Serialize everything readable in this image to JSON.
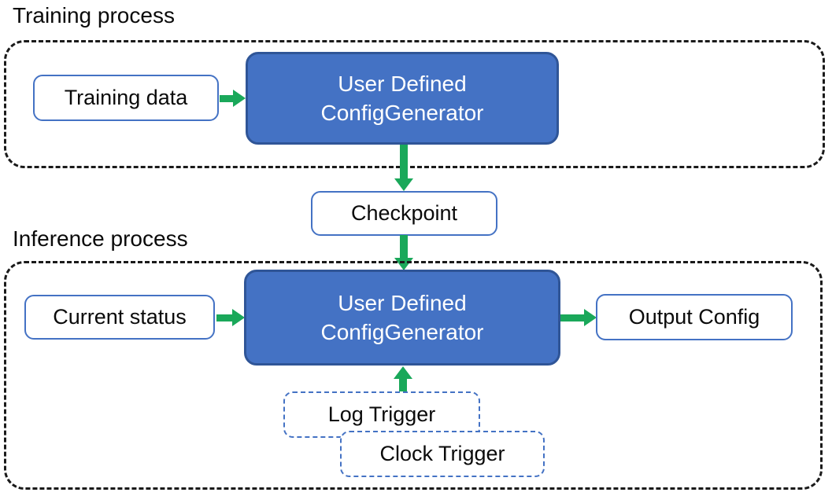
{
  "colors": {
    "box_fill_blue": "#4472C4",
    "box_border_blue": "#2F5597",
    "thin_border_blue": "#4472C4",
    "arrow_green": "#1AA85A",
    "container_dash_black": "#1A1A1A",
    "text_black": "#0A0A0A",
    "text_white": "#FFFFFF"
  },
  "training": {
    "label": "Training process",
    "data_box": "Training data",
    "generator": {
      "line1": "User Defined",
      "line2": "ConfigGenerator"
    }
  },
  "checkpoint": {
    "label": "Checkpoint"
  },
  "inference": {
    "label": "Inference process",
    "status_box": "Current status",
    "generator": {
      "line1": "User Defined",
      "line2": "ConfigGenerator"
    },
    "output_box": "Output Config",
    "log_trigger": "Log Trigger",
    "clock_trigger": "Clock Trigger"
  }
}
